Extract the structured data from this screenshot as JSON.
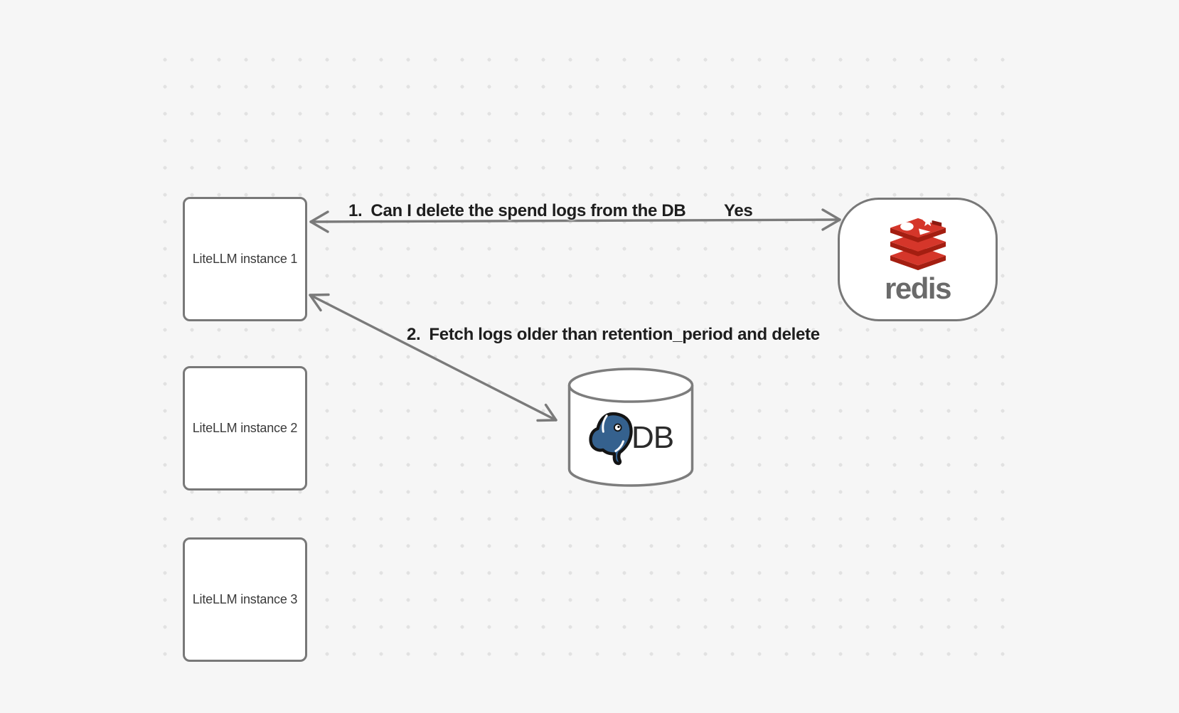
{
  "canvas": {
    "background": "#f6f6f6",
    "dot_color": "#e2e2e2"
  },
  "nodes": {
    "litellm_instances": [
      {
        "label": "LiteLLM instance 1"
      },
      {
        "label": "LiteLLM instance 2"
      },
      {
        "label": "LiteLLM instance 3"
      }
    ],
    "redis": {
      "wordmark": "redis",
      "logo_icon": "redis-stack-logo",
      "brand_red": "#d5362a",
      "brand_red_dark": "#a41e11"
    },
    "database": {
      "label": "DB",
      "logo_icon": "postgresql-elephant-logo",
      "postgres_blue": "#35618e"
    }
  },
  "edges": [
    {
      "number": "1.",
      "label": "Can I delete the spend logs from the DB",
      "reply": "Yes",
      "from": "LiteLLM instance 1",
      "to": "redis",
      "arrowheads": "both"
    },
    {
      "number": "2.",
      "label": "Fetch logs older than retention_period and delete",
      "from": "LiteLLM instance 1",
      "to": "DB",
      "arrowheads": "both"
    }
  ],
  "colors": {
    "stroke_gray": "#7a7a7a",
    "border_gray": "#787878",
    "label_text": "#1e1e1e",
    "node_text": "#3a3a3a",
    "redis_wordmark_gray": "#6a6a6a"
  }
}
